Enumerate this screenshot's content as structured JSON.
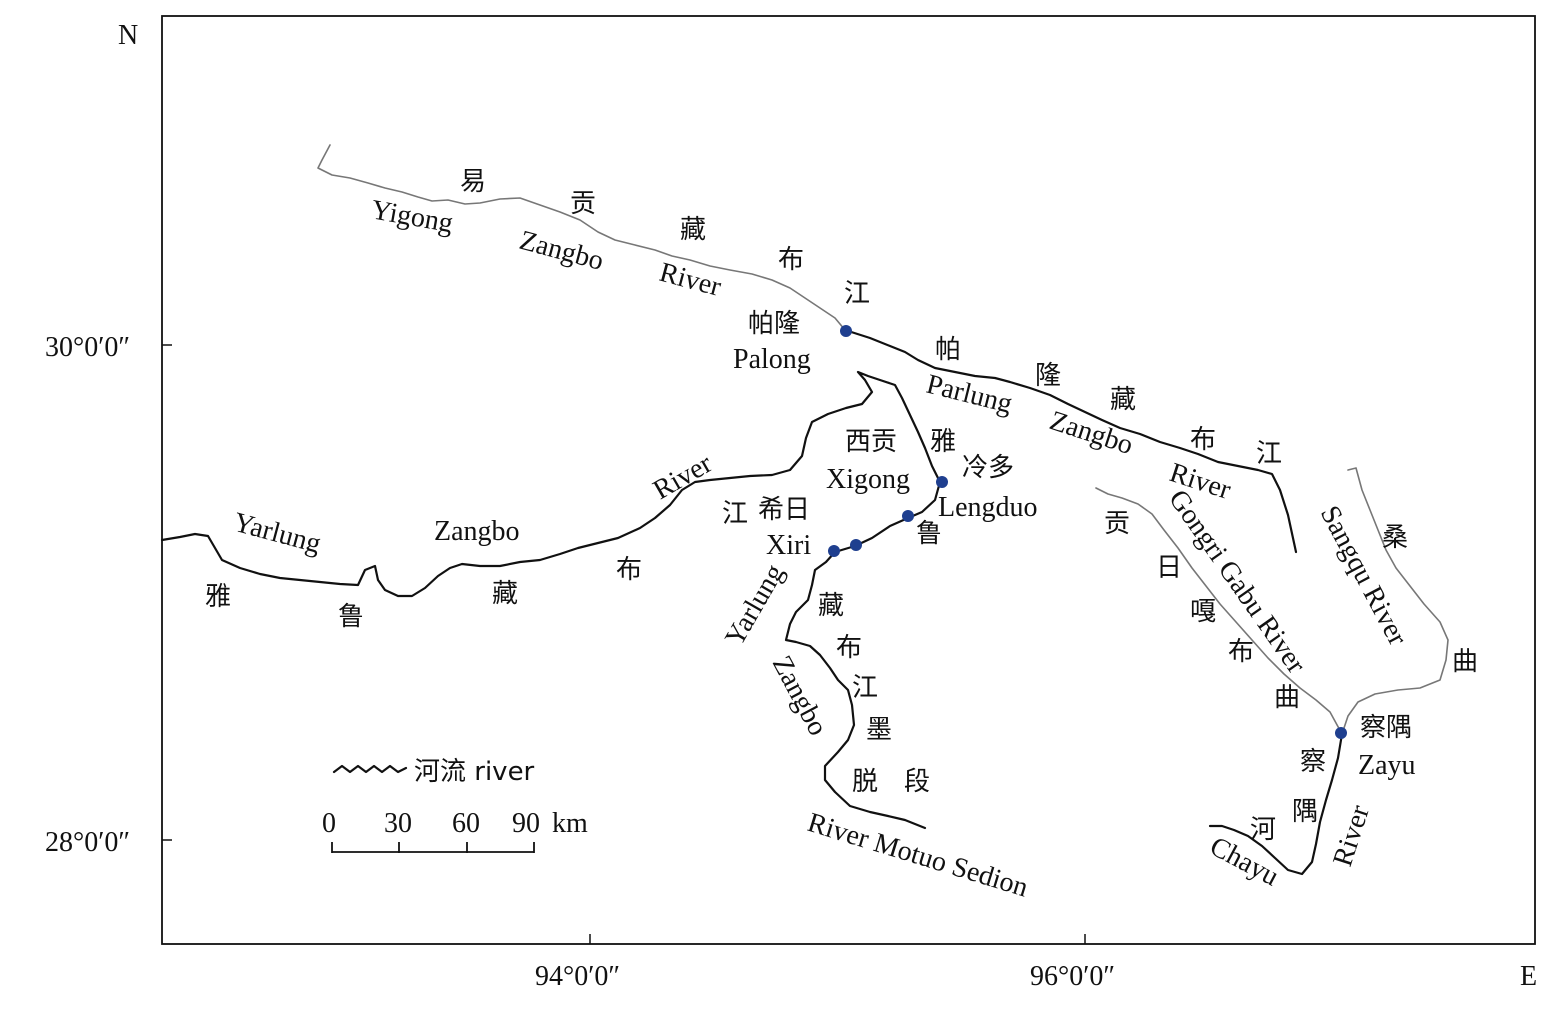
{
  "compass": {
    "north": "N",
    "east": "E"
  },
  "axes": {
    "lat_ticks": [
      "30°0′0″",
      "28°0′0″"
    ],
    "lon_ticks": [
      "94°0′0″",
      "96°0′0″"
    ]
  },
  "legend": {
    "label": "河流 river"
  },
  "scale_bar": {
    "ticks": [
      "0",
      "30",
      "60",
      "90"
    ],
    "unit": "km"
  },
  "colors": {
    "station": "#1f3f8f",
    "main_river": "#111111",
    "tributary": "#777777"
  },
  "stations": [
    {
      "zh": "帕隆",
      "en": "Palong"
    },
    {
      "zh": "冷多",
      "en": "Lengduo"
    },
    {
      "zh": "西贡",
      "en": "Xigong"
    },
    {
      "zh": "希日",
      "en": "Xiri"
    },
    {
      "zh": "察隅",
      "en": "Zayu"
    }
  ],
  "rivers": {
    "yigong": {
      "en": [
        "Yigong",
        "Zangbo",
        "River"
      ],
      "zh": [
        "易",
        "贡",
        "藏",
        "布",
        "江"
      ]
    },
    "parlung": {
      "en": [
        "Parlung",
        "Zangbo",
        "River"
      ],
      "zh": [
        "帕",
        "隆",
        "藏",
        "布",
        "江"
      ]
    },
    "yarlung_upper": {
      "en": [
        "Yarlung",
        "Zangbo",
        "River"
      ],
      "zh": [
        "雅",
        "鲁",
        "藏",
        "布",
        "江"
      ]
    },
    "yarlung_lower": {
      "en": [
        "Yarlung",
        "Zangbo",
        "River Motuo Sedion"
      ],
      "zh": [
        "雅",
        "鲁",
        "藏",
        "布",
        "江",
        "墨",
        "脱",
        "段"
      ]
    },
    "gongri": {
      "en": "Gongri Gabu River",
      "zh": [
        "贡",
        "日",
        "嘎",
        "布",
        "曲"
      ]
    },
    "sangqu": {
      "en": "Sangqu River",
      "zh": [
        "桑",
        "曲"
      ]
    },
    "chayu": {
      "en": [
        "Chayu",
        "River"
      ],
      "zh": [
        "察",
        "隅",
        "河"
      ]
    }
  }
}
